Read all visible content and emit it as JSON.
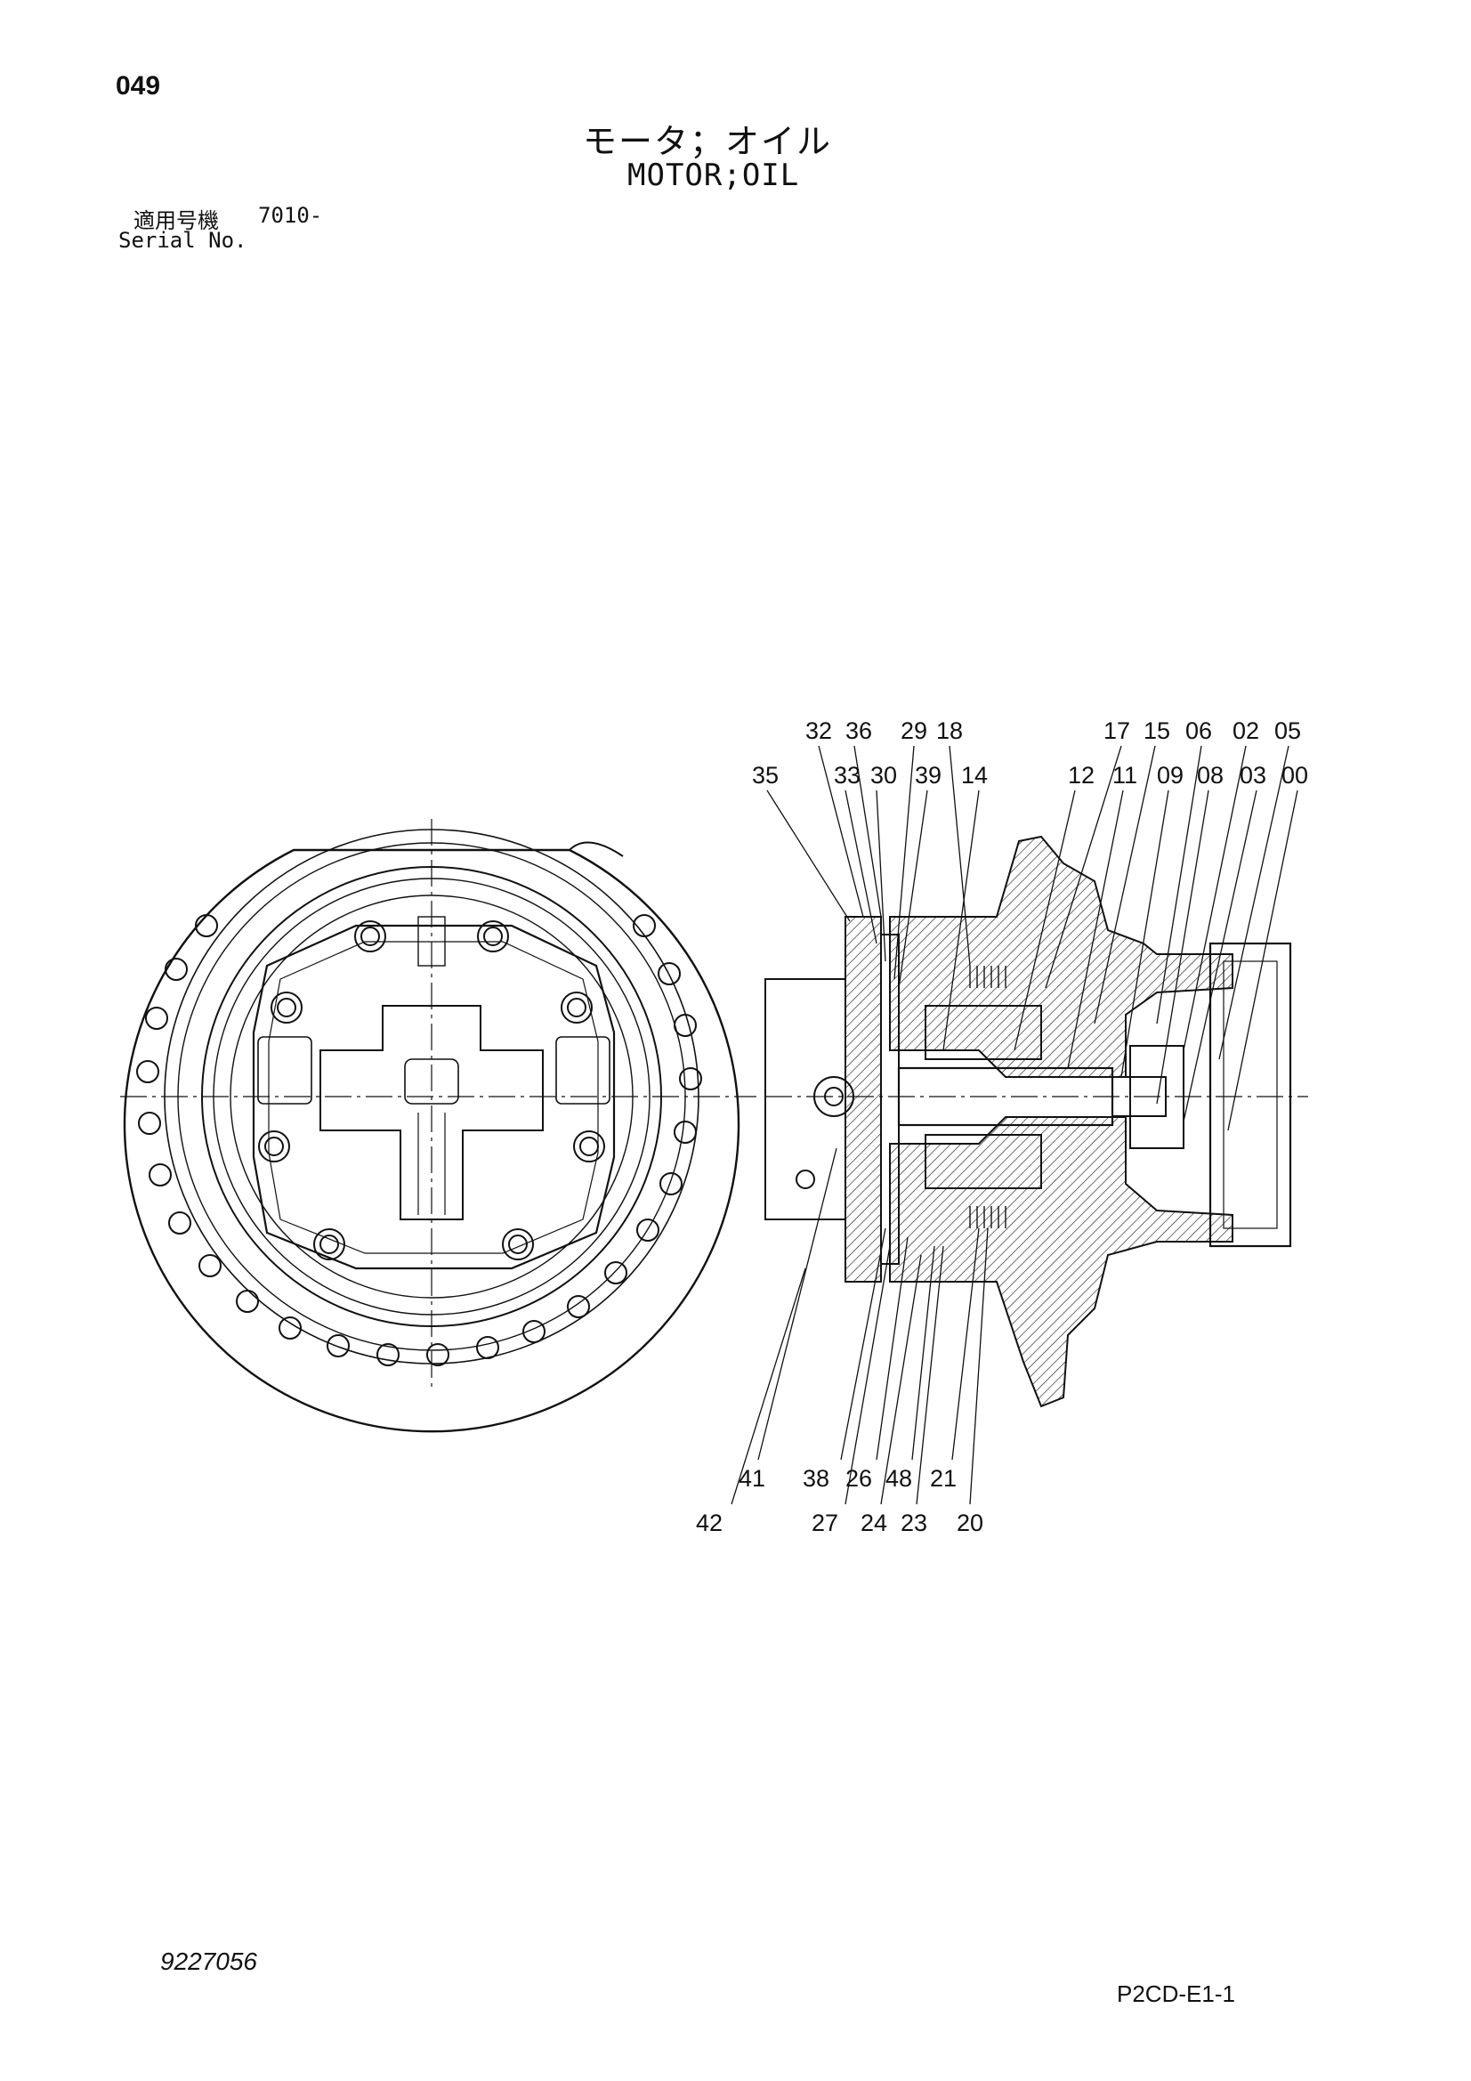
{
  "header": {
    "page_number": "049",
    "title_jp": "モータ；オイル",
    "title_en": "MOTOR;OIL",
    "serial_label_jp": "適用号機",
    "serial_value": "7010-",
    "serial_label_en": "Serial No."
  },
  "footer": {
    "drawing_number": "9227056",
    "page_code": "P2CD-E1-1"
  },
  "callouts": {
    "top_row1": [
      "32",
      "36",
      "29",
      "18",
      "17",
      "15",
      "06",
      "02",
      "05"
    ],
    "top_row2": [
      "35",
      "33",
      "30",
      "39",
      "14",
      "12",
      "11",
      "09",
      "08",
      "03",
      "00"
    ],
    "bottom_row1": [
      "41",
      "38",
      "26",
      "48",
      "21"
    ],
    "bottom_row2": [
      "42",
      "27",
      "24",
      "23",
      "20"
    ]
  }
}
